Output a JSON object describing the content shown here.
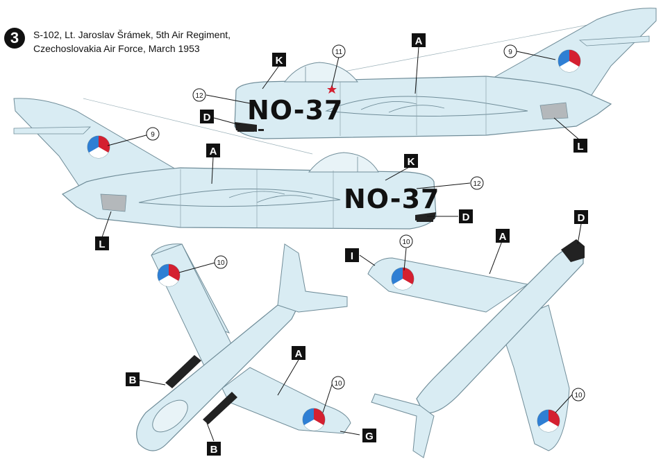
{
  "header": {
    "number": "3",
    "line1": "S-102, Lt. Jaroslav Šrámek, 5th Air Regiment,",
    "line2": "Czechoslovakia Air Force, March 1953"
  },
  "aircraft_code": "NO-37",
  "letters": {
    "A": "A",
    "B": "B",
    "D": "D",
    "G": "G",
    "I": "I",
    "K": "K",
    "L": "L"
  },
  "numbers": {
    "n9": "9",
    "n10": "10",
    "n11": "11",
    "n12": "12"
  },
  "colors": {
    "airframe": "#d9ecf3",
    "panel_line": "#7c98a4",
    "red": "#d42030",
    "blue": "#2f7fd4",
    "white": "#ffffff",
    "anti_glare": "#222222",
    "grey_panel": "#b4b8bb"
  }
}
